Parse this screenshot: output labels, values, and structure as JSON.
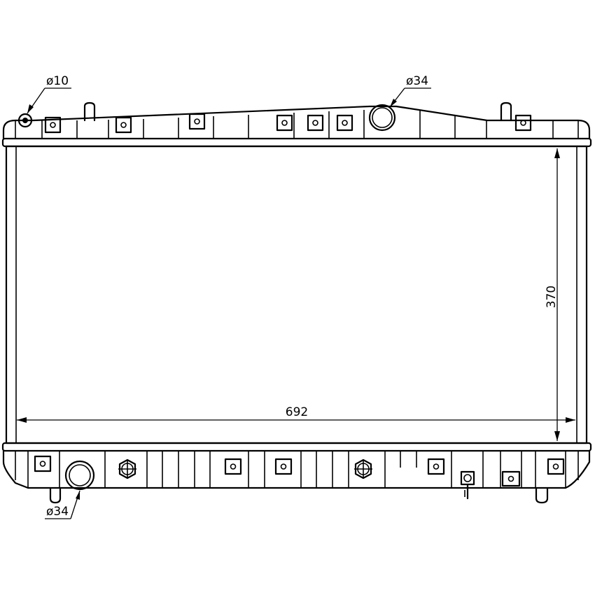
{
  "labels": {
    "diameter_inlet_small": "ø10",
    "diameter_top_pipe": "ø34",
    "diameter_bottom_pipe": "ø34",
    "width": "692",
    "height": "370"
  },
  "colors": {
    "line": "#000000",
    "background": "#ffffff"
  }
}
